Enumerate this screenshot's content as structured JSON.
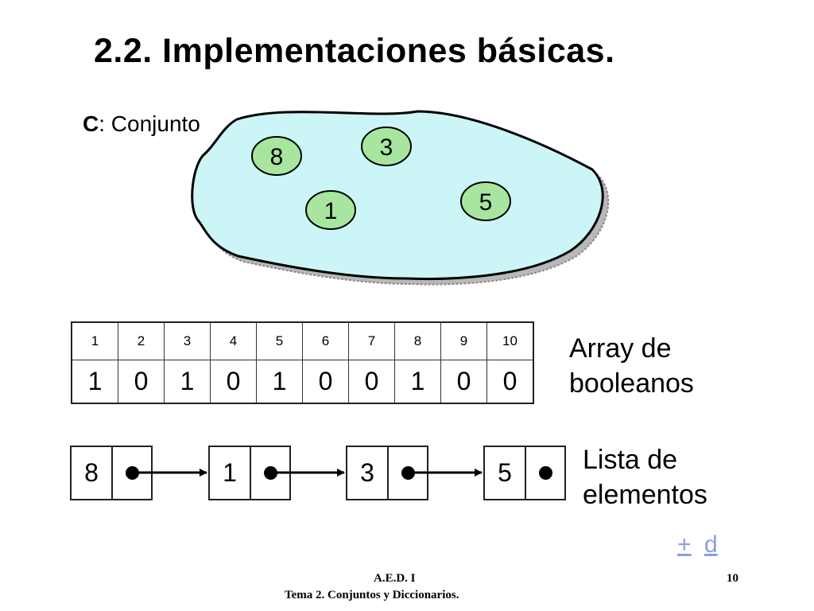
{
  "slide": {
    "title": "2.2. Implementaciones básicas.",
    "set_label_var": "C",
    "set_label_rest": ": Conjunto",
    "set_elements": [
      "8",
      "3",
      "1",
      "5"
    ],
    "array": {
      "indices": [
        "1",
        "2",
        "3",
        "4",
        "5",
        "6",
        "7",
        "8",
        "9",
        "10"
      ],
      "values": [
        "1",
        "0",
        "1",
        "0",
        "1",
        "0",
        "0",
        "1",
        "0",
        "0"
      ],
      "label_line1": "Array de",
      "label_line2": "booleanos"
    },
    "list": {
      "nodes": [
        "8",
        "1",
        "3",
        "5"
      ],
      "label_line1": "Lista de",
      "label_line2": "elementos"
    },
    "nav": {
      "plus": "+",
      "d": "d"
    },
    "footer": {
      "course": "A.E.D. I",
      "subtitle": "Tema 2. Conjuntos y Diccionarios.",
      "page": "10"
    }
  },
  "colors": {
    "set_fill": "#ccf5f7",
    "node_fill": "#a8e6a0",
    "shadow": "#b8b8b8",
    "nav_link": "#8aa0e0"
  }
}
